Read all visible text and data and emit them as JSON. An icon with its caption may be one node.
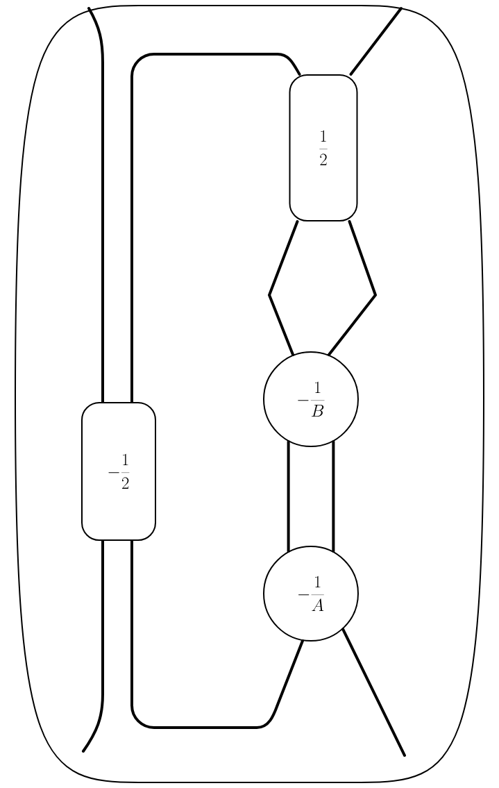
{
  "diagram": {
    "nodes": [
      {
        "text": [
          "\\frac{1}{2}"
        ]
      },
      {
        "text": [
          "-\\frac{1}{B}"
        ]
      },
      {
        "text": [
          "-\\frac{1}{2}"
        ]
      },
      {
        "text": [
          "-\\frac{1}{A}"
        ]
      }
    ],
    "edges": [
      {
        "from": 0,
        "to": 1,
        "arrow": "none"
      },
      {
        "from": 0,
        "to": 1,
        "arrow": "none"
      },
      {
        "from": 1,
        "to": 3,
        "arrow": "none"
      },
      {
        "from": 1,
        "to": 3,
        "arrow": "none"
      },
      {
        "from": 0,
        "to": 2,
        "arrow": "none"
      },
      {
        "from": 2,
        "to": 3,
        "arrow": "none"
      },
      {
        "from": null,
        "to": 2,
        "arrow": "none"
      },
      {
        "from": 2,
        "to": null,
        "arrow": "none"
      },
      {
        "from": 0,
        "to": null,
        "arrow": "none"
      },
      {
        "from": 3,
        "to": null,
        "arrow": "none"
      }
    ]
  }
}
